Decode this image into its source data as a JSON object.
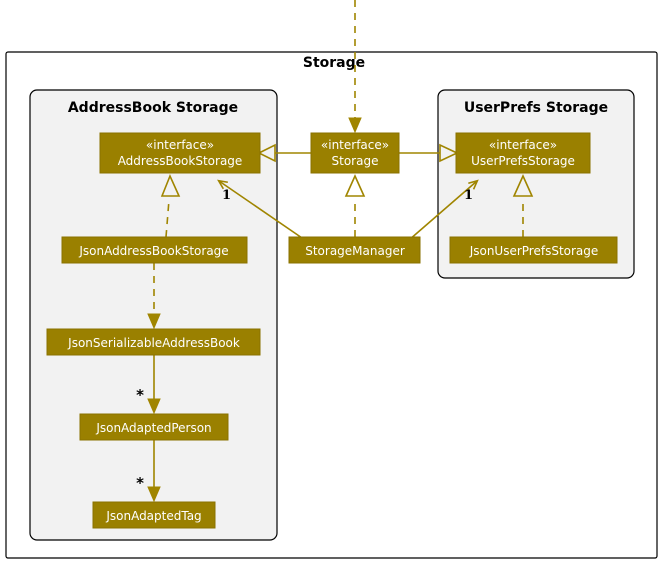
{
  "diagram": {
    "type": "uml-class-diagram",
    "colors": {
      "class_fill": "#9a8000",
      "class_border": "#8a7200",
      "class_text": "#ffffff",
      "line": "#a08500",
      "package_fill_outer": "#ffffff",
      "package_fill_inner": "#f2f2f2",
      "package_border": "#000000",
      "title_text": "#000000"
    },
    "outer_package": {
      "title": "Storage"
    },
    "packages": [
      {
        "id": "addressbook",
        "title": "AddressBook Storage"
      },
      {
        "id": "userprefs",
        "title": "UserPrefs Storage"
      }
    ],
    "classes": [
      {
        "id": "addressBookStorage",
        "stereotype": "«interface»",
        "name": "AddressBookStorage"
      },
      {
        "id": "storage",
        "stereotype": "«interface»",
        "name": "Storage"
      },
      {
        "id": "userPrefsStorage",
        "stereotype": "«interface»",
        "name": "UserPrefsStorage"
      },
      {
        "id": "jsonAddressBookStorage",
        "stereotype": "",
        "name": "JsonAddressBookStorage"
      },
      {
        "id": "storageManager",
        "stereotype": "",
        "name": "StorageManager"
      },
      {
        "id": "jsonUserPrefsStorage",
        "stereotype": "",
        "name": "JsonUserPrefsStorage"
      },
      {
        "id": "jsonSerializableAddressBook",
        "stereotype": "",
        "name": "JsonSerializableAddressBook"
      },
      {
        "id": "jsonAdaptedPerson",
        "stereotype": "",
        "name": "JsonAdaptedPerson"
      },
      {
        "id": "jsonAdaptedTag",
        "stereotype": "",
        "name": "JsonAdaptedTag"
      }
    ],
    "multiplicities": [
      {
        "id": "mult-addressbook",
        "label": "1"
      },
      {
        "id": "mult-userprefs",
        "label": "1"
      },
      {
        "id": "mult-person",
        "label": "*"
      },
      {
        "id": "mult-tag",
        "label": "*"
      }
    ],
    "relationships": [
      {
        "from": "storage",
        "to": "addressBookStorage",
        "kind": "inheritance",
        "style": "solid"
      },
      {
        "from": "storage",
        "to": "userPrefsStorage",
        "kind": "inheritance",
        "style": "solid"
      },
      {
        "from": "jsonAddressBookStorage",
        "to": "addressBookStorage",
        "kind": "realization",
        "style": "dashed"
      },
      {
        "from": "storageManager",
        "to": "storage",
        "kind": "realization",
        "style": "dashed"
      },
      {
        "from": "jsonUserPrefsStorage",
        "to": "userPrefsStorage",
        "kind": "realization",
        "style": "dashed"
      },
      {
        "from": "storageManager",
        "to": "addressBookStorage",
        "kind": "association",
        "style": "solid",
        "multiplicity": "1"
      },
      {
        "from": "storageManager",
        "to": "userPrefsStorage",
        "kind": "association",
        "style": "solid",
        "multiplicity": "1"
      },
      {
        "from": "jsonAddressBookStorage",
        "to": "jsonSerializableAddressBook",
        "kind": "dependency",
        "style": "dashed"
      },
      {
        "from": "jsonSerializableAddressBook",
        "to": "jsonAdaptedPerson",
        "kind": "association",
        "style": "solid",
        "multiplicity": "*"
      },
      {
        "from": "jsonAdaptedPerson",
        "to": "jsonAdaptedTag",
        "kind": "association",
        "style": "solid",
        "multiplicity": "*"
      },
      {
        "from": "external",
        "to": "storage",
        "kind": "dependency",
        "style": "dashed"
      }
    ]
  }
}
